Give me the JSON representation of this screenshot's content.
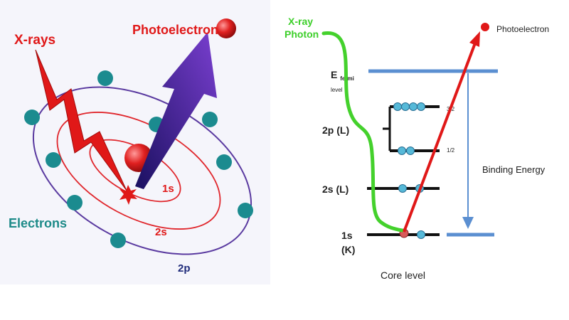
{
  "colors": {
    "panel_bg": "#f5f5fb",
    "orbit_red": "#e0262c",
    "orbit_purple": "#5a3aa0",
    "electron": "#1b8b8f",
    "xray": "#e01818",
    "photoelectron_arrow": "#3b1f8c",
    "green_path": "#44d12c",
    "level_blue": "#5b8fd1",
    "level_black": "#111111",
    "label_red": "#e01818",
    "label_teal": "#1c8a88",
    "label_navy": "#1f2b7a",
    "label_green": "#3dcf2a",
    "label_text": "#222222"
  },
  "left_panel": {
    "xrays_label": "X-rays",
    "photoelectron_label": "Photoelectron",
    "electrons_label": "Electrons",
    "orbit_labels": [
      "1s",
      "2s",
      "2p"
    ]
  },
  "right_panel": {
    "xray_photon_label": [
      "X-ray",
      "Photon"
    ],
    "photoelectron_label": "Photoelectron",
    "fermi_label": "E",
    "fermi_sub": [
      "fermi",
      "level"
    ],
    "levels": [
      {
        "label": "2p (L)"
      },
      {
        "label": "2s (L)"
      },
      {
        "label": "1s",
        "label2": "(K)"
      }
    ],
    "split_labels": [
      "3/2",
      "1/2"
    ],
    "binding_energy_label": "Binding Energy",
    "core_level_label": "Core level"
  }
}
